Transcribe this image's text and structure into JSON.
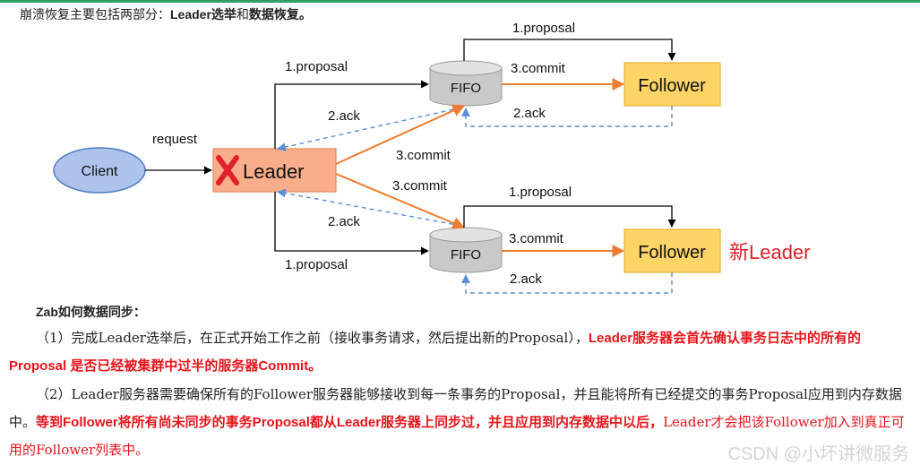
{
  "intro": {
    "prefix": "崩溃恢复主要包括两部分：",
    "term1": "Leader选举",
    "mid": "和",
    "term2": "数据恢复。"
  },
  "diagram": {
    "client": "Client",
    "request": "request",
    "leader": "Leader",
    "fifo": "FIFO",
    "follower": "Follower",
    "new_leader": "新Leader",
    "proposal": "1.proposal",
    "ack": "2.ack",
    "commit": "3.commit",
    "colors": {
      "client_fill": "#aec3ec",
      "leader_fill": "#f9ad8a",
      "follower_fill": "#fdd466",
      "orange_arrow": "#ee7d31",
      "blue_dashed": "#5b8ed6",
      "red_x": "#e0202a"
    }
  },
  "section2": {
    "heading": "Zab如何数据同步："
  },
  "para1": {
    "normal": "（1）完成Leader选举后，在正式开始工作之前（接收事务请求，然后提出新的Proposal），",
    "red_bold": "Leader服务器会首先确认事务日志中的所有的Proposal 是否已经被集群中过半的服务器Commit。"
  },
  "para2": {
    "normal": "（2）Leader服务器需要确保所有的Follower服务器能够接收到每一条事务的Proposal，并且能将所有已经提交的事务Proposal应用到内存数据中。",
    "red_bold": "等到Follower将所有尚未同步的事务Proposal都从Leader服务器上同步过，并且应用到内存数据中以后，",
    "red_normal": "Leader才会把该Follower加入到真正可用的Follower列表中。"
  },
  "watermark": "CSDN @小坏讲微服务"
}
